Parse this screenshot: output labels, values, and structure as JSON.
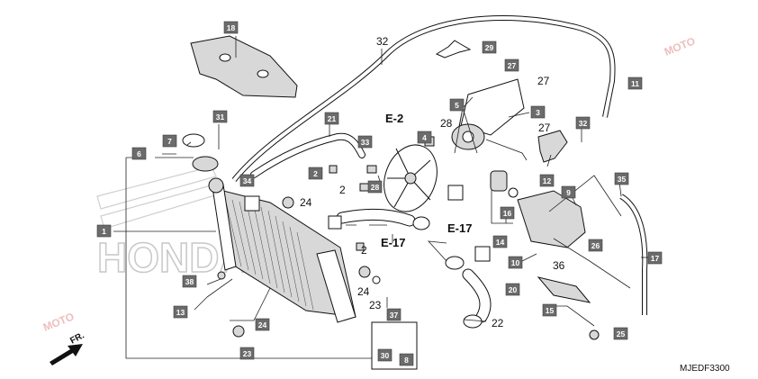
{
  "diagram_code": "MJEDF3300",
  "direction_label": "FR.",
  "watermark_text": "MOTO",
  "brand_watermark": "HONDA",
  "ref_labels": {
    "e2": "E-2",
    "e17a": "E-17",
    "e17b": "E-17"
  },
  "boxed_parts": [
    "18",
    "29",
    "27",
    "11",
    "31",
    "6",
    "7",
    "5",
    "3",
    "21",
    "33",
    "4",
    "32",
    "34",
    "2",
    "28",
    "12",
    "9",
    "35",
    "1",
    "16",
    "26",
    "14",
    "10",
    "17",
    "38",
    "20",
    "15",
    "13",
    "24",
    "37",
    "23",
    "30",
    "8",
    "25"
  ],
  "plain_numbers": [
    "32",
    "27",
    "27",
    "28",
    "24",
    "2",
    "2",
    "24",
    "23",
    "22",
    "36"
  ],
  "colors": {
    "box_fill": "#6b6b6b",
    "box_text": "#ffffff",
    "line": "#222222",
    "watermark": "#e08a8a"
  }
}
